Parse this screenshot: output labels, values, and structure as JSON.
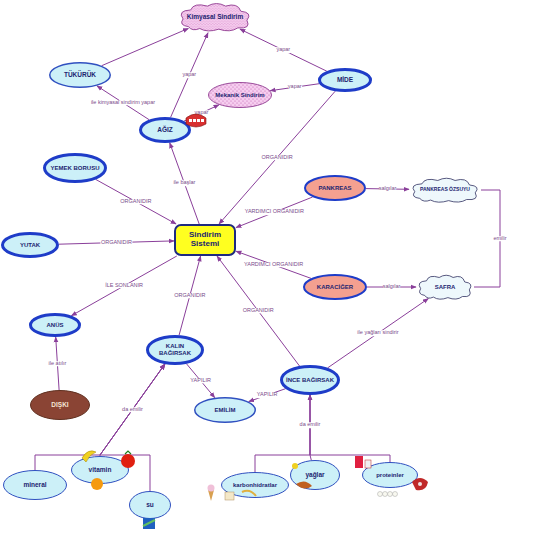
{
  "diagram": {
    "nodes": [
      {
        "text": [
          "Kimyasal Sindirim"
        ]
      },
      {
        "text": [
          "TÜKÜRÜK"
        ]
      },
      {
        "text": [
          "Mekanik Sindirim"
        ]
      },
      {
        "text": [
          "MİDE"
        ]
      },
      {
        "text": [
          "AĞIZ"
        ]
      },
      {
        "text": [
          "YEMEK BORUSU"
        ]
      },
      {
        "text": [
          "PANKREAS"
        ]
      },
      {
        "text": [
          "PANKREAS ÖZSUYU"
        ]
      },
      {
        "text": [
          "Sindirim Sistemi"
        ]
      },
      {
        "text": [
          "YUTAK"
        ]
      },
      {
        "text": [
          "KARACİĞER"
        ]
      },
      {
        "text": [
          "SAFRA"
        ]
      },
      {
        "text": [
          "ANÜS"
        ]
      },
      {
        "text": [
          "KALIN BAĞIRSAK"
        ]
      },
      {
        "text": [
          "İNCE BAĞIRSAK"
        ]
      },
      {
        "text": [
          "DIŞKI"
        ]
      },
      {
        "text": [
          "EMİLİM"
        ]
      },
      {
        "text": [
          "mineral"
        ]
      },
      {
        "text": [
          "vitamin"
        ]
      },
      {
        "text": [
          "su"
        ]
      },
      {
        "text": [
          "karbonhidratlar"
        ]
      },
      {
        "text": [
          "yağlar"
        ]
      },
      {
        "text": [
          "proteinler"
        ]
      }
    ],
    "edges": [
      {
        "from": 4,
        "to": 0,
        "label": "yapar",
        "arrow": "to"
      },
      {
        "from": 4,
        "to": 2,
        "label": "yapar",
        "arrow": "to"
      },
      {
        "from": 3,
        "to": 0,
        "label": "yapar",
        "arrow": "to"
      },
      {
        "from": 3,
        "to": 2,
        "label": "yapar",
        "arrow": "to"
      },
      {
        "from": 1,
        "to": 0,
        "arrow": "to"
      },
      {
        "from": 4,
        "to": 1,
        "label": "ile kimyasal sindirim yapar",
        "arrow": "to"
      },
      {
        "from": 8,
        "to": 4,
        "label": "ile başlar",
        "arrow": "to"
      },
      {
        "from": 5,
        "to": 8,
        "label": "ORGANIDIR",
        "arrow": "to"
      },
      {
        "from": 9,
        "to": 8,
        "label": "ORGANIDIR",
        "arrow": "to"
      },
      {
        "from": 3,
        "to": 8,
        "label": "ORGANIDIR",
        "arrow": "to"
      },
      {
        "from": 6,
        "to": 8,
        "label": "YARDIMCI ORGANIDIR",
        "arrow": "to"
      },
      {
        "from": 10,
        "to": 8,
        "label": "YARDIMCI ORGANIDIR",
        "arrow": "to"
      },
      {
        "from": 8,
        "to": 12,
        "label": "İLE SONLANIR",
        "arrow": "to"
      },
      {
        "from": 13,
        "to": 8,
        "label": "ORGANIDIR",
        "arrow": "to"
      },
      {
        "from": 14,
        "to": 8,
        "label": "ORGANIDIR",
        "arrow": "to"
      },
      {
        "from": 15,
        "to": 12,
        "label": "ile atılır",
        "arrow": "to"
      },
      {
        "from": 6,
        "to": 7,
        "label": "salgılar",
        "arrow": "to"
      },
      {
        "from": 10,
        "to": 11,
        "label": "salgılar",
        "arrow": "to"
      },
      {
        "from": 14,
        "to": 11,
        "label": "ile yağları sindirir",
        "arrow": "to"
      },
      {
        "from": 7,
        "to": 11,
        "label": "emilir",
        "arrow": "none"
      },
      {
        "from": 13,
        "to": 16,
        "label": "YAPILIR",
        "arrow": "to"
      },
      {
        "from": 14,
        "to": 16,
        "label": "YAPILIR",
        "arrow": "to"
      },
      {
        "from": 17,
        "to": 13,
        "arrow": "to"
      },
      {
        "from": 18,
        "to": 13,
        "label": "da emilir",
        "arrow": "to"
      },
      {
        "from": 19,
        "to": 13,
        "arrow": "to"
      },
      {
        "from": 20,
        "to": 14,
        "arrow": "to"
      },
      {
        "from": 21,
        "to": 14,
        "label": "da emilir",
        "arrow": "to"
      },
      {
        "from": 22,
        "to": 14,
        "arrow": "to"
      }
    ]
  }
}
